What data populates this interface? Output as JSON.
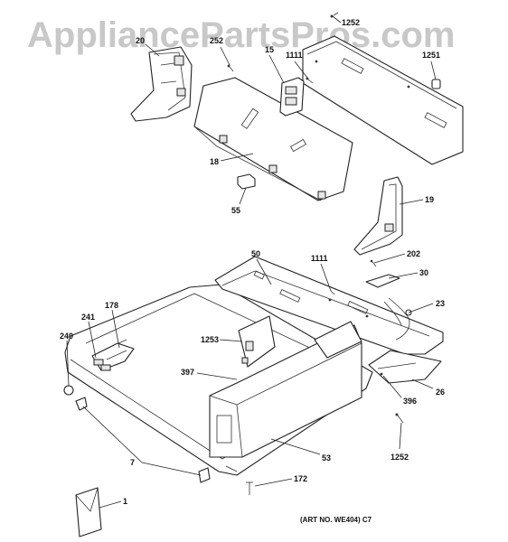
{
  "watermark": "AppliancePartsPros.com",
  "art_number": "(ART NO. WE404) C7",
  "callouts": {
    "c20": "20",
    "c252": "252",
    "c15": "15",
    "c1111_top": "1111",
    "c1252_top": "1252",
    "c1251": "1251",
    "c18": "18",
    "c55": "55",
    "c19": "19",
    "c50": "50",
    "c1111_mid": "1111",
    "c202": "202",
    "c30": "30",
    "c23": "23",
    "c178": "178",
    "c241": "241",
    "c240": "240",
    "c1253": "1253",
    "c397": "397",
    "c26": "26",
    "c396": "396",
    "c7": "7",
    "c53": "53",
    "c1252_bot": "1252",
    "c172": "172",
    "c1": "1"
  },
  "colors": {
    "line": "#222222",
    "watermark": "#c8c8c8",
    "background": "#ffffff"
  }
}
